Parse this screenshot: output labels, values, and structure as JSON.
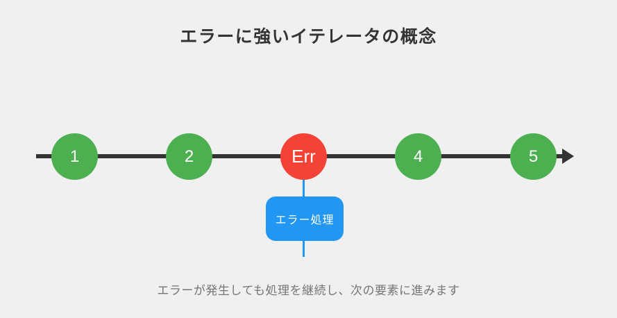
{
  "title": "エラーに強いイテレータの概念",
  "timeline": {
    "nodes": [
      {
        "label": "1",
        "type": "success"
      },
      {
        "label": "2",
        "type": "success"
      },
      {
        "label": "Err",
        "type": "error"
      },
      {
        "label": "4",
        "type": "success"
      },
      {
        "label": "5",
        "type": "success"
      }
    ],
    "direction": "left-to-right",
    "arrow_icon": "right-arrowhead"
  },
  "error_handler": {
    "label": "エラー処理",
    "attached_to_node": "Err"
  },
  "caption": "エラーが発生しても処理を継続し、次の要素に進みます",
  "colors": {
    "background": "#f0f0f0",
    "node_success": "#4caf50",
    "node_error": "#f44336",
    "handler_box": "#2196f3",
    "connector_line": "#2196f3",
    "axis_line": "#333333",
    "title_text": "#333333",
    "node_text": "#ffffff",
    "caption_text": "#757575"
  }
}
